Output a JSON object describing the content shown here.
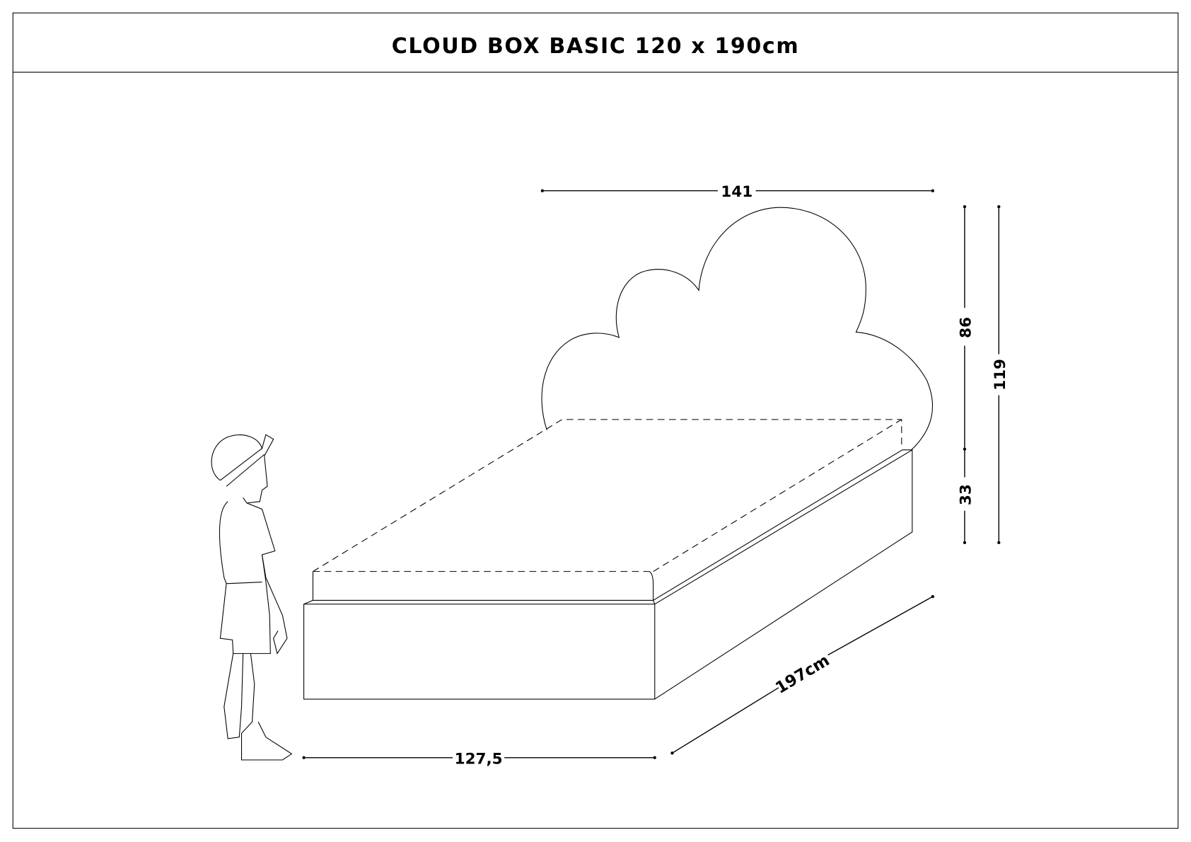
{
  "title": "CLOUD BOX BASIC 120 x 190cm",
  "dimensions": {
    "headboard_width": "141",
    "headboard_height": "86",
    "base_height": "33",
    "total_height": "119",
    "length": "197cm",
    "width": "127,5"
  }
}
